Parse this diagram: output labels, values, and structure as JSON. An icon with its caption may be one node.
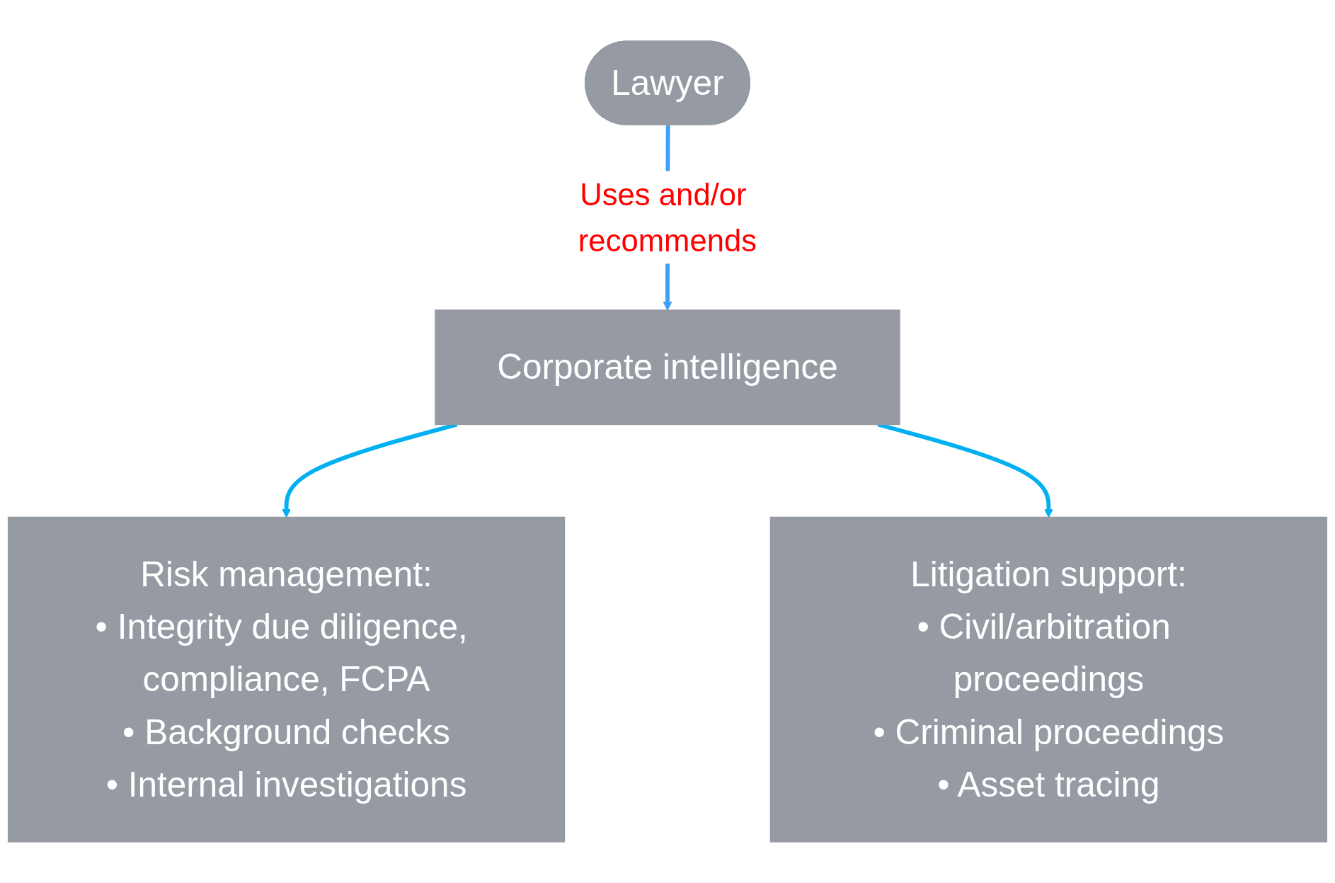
{
  "diagram": {
    "nodes": [
      {
        "text": [
          "Lawyer"
        ]
      },
      {
        "text": [
          "Corporate intelligence"
        ]
      },
      {
        "text": [
          "Risk management:",
          "• Integrity due diligence, compliance, FCPA",
          "• Background checks",
          "• Internal investigations"
        ]
      },
      {
        "text": [
          "Litigation support:",
          "• Civil/arbitration proceedings",
          "• Criminal proceedings",
          "• Asset tracing"
        ]
      }
    ],
    "edges": [
      {
        "from": 0,
        "to": 1,
        "arrow": "to",
        "label": "Uses and/or recommends",
        "color": "#3fa0f5"
      },
      {
        "from": 1,
        "to": 2,
        "arrow": "to"
      },
      {
        "from": 1,
        "to": 3,
        "arrow": "to"
      }
    ]
  }
}
